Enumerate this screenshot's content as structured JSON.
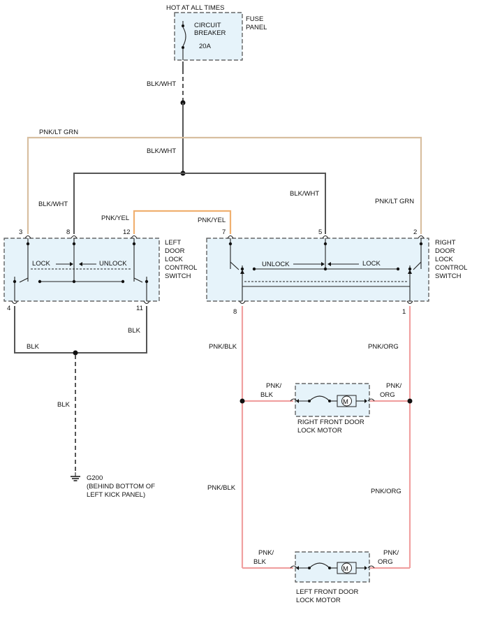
{
  "power": {
    "hot_label": "HOT AT ALL TIMES",
    "breaker_l1": "CIRCUIT",
    "breaker_l2": "BREAKER",
    "rating": "20A",
    "fuse_l1": "FUSE",
    "fuse_l2": "PANEL"
  },
  "wires": {
    "blk_wht": "BLK/WHT",
    "pnk_lt_grn": "PNK/LT GRN",
    "pnk_yel": "PNK/YEL",
    "blk": "BLK",
    "pnk_blk": "PNK/BLK",
    "pnk_org": "PNK/ORG",
    "pnk_slash": "PNK/",
    "blk_short": "BLK",
    "org_short": "ORG"
  },
  "left_switch": {
    "name_lines": [
      "LEFT",
      "DOOR",
      "LOCK",
      "CONTROL",
      "SWITCH"
    ],
    "lock": "LOCK",
    "unlock": "UNLOCK",
    "pins": {
      "p3": "3",
      "p8": "8",
      "p12": "12",
      "p4": "4",
      "p11": "11"
    }
  },
  "right_switch": {
    "name_lines": [
      "RIGHT",
      "DOOR",
      "LOCK",
      "CONTROL",
      "SWITCH"
    ],
    "lock": "LOCK",
    "unlock": "UNLOCK",
    "pins": {
      "p7": "7",
      "p5": "5",
      "p2": "2",
      "p8": "8",
      "p1": "1"
    }
  },
  "motors": {
    "symbol": "M",
    "right_l1": "RIGHT FRONT DOOR",
    "right_l2": "LOCK MOTOR",
    "left_l1": "LEFT FRONT DOOR",
    "left_l2": "LOCK MOTOR"
  },
  "ground": {
    "id": "G200",
    "loc_l1": "(BEHIND BOTTOM OF",
    "loc_l2": "LEFT KICK PANEL)"
  }
}
